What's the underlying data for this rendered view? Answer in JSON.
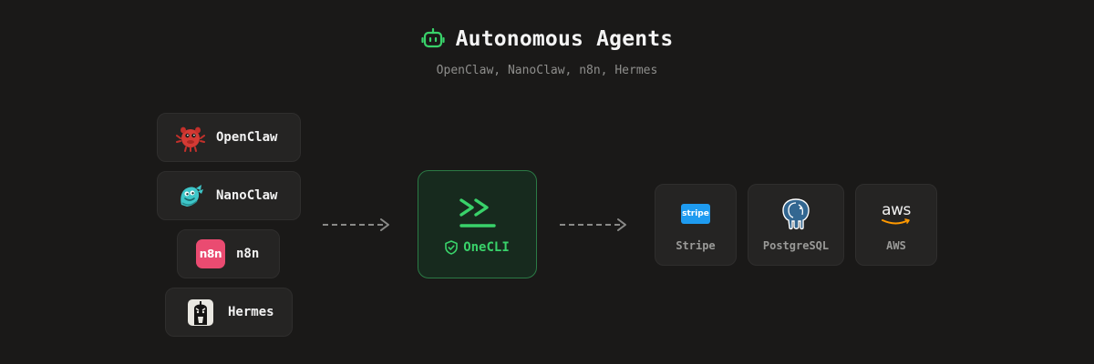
{
  "header": {
    "icon": "robot-icon",
    "title": "Autonomous Agents",
    "subtitle": "OpenClaw, NanoClaw, n8n, Hermes"
  },
  "agents": [
    {
      "label": "OpenClaw",
      "icon": "openclaw-logo-icon"
    },
    {
      "label": "NanoClaw",
      "icon": "nanoclaw-logo-icon"
    },
    {
      "label": "n8n",
      "icon": "n8n-logo-icon",
      "badge": "n8n"
    },
    {
      "label": "Hermes",
      "icon": "hermes-logo-icon"
    }
  ],
  "center": {
    "icon": "terminal-prompt-icon",
    "shield_icon": "shield-check-icon",
    "label": "OneCLI"
  },
  "services": [
    {
      "label": "Stripe",
      "icon": "stripe-logo-icon",
      "badge": "stripe"
    },
    {
      "label": "PostgreSQL",
      "icon": "postgresql-logo-icon"
    },
    {
      "label": "AWS",
      "icon": "aws-logo-icon",
      "badge": "aws"
    }
  ],
  "colors": {
    "background": "#1a1918",
    "accent_green": "#39d26a",
    "card": "#252423",
    "stripe_blue": "#1e9bf0",
    "n8n_pink": "#ea4b71",
    "postgres_blue": "#336791",
    "aws_orange": "#ff9900"
  }
}
